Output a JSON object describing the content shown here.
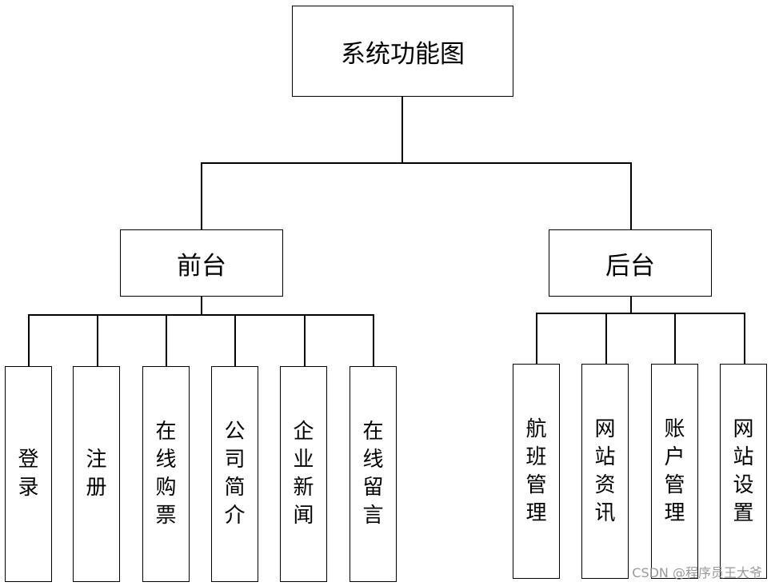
{
  "diagram": {
    "root": {
      "label": "系统功能图"
    },
    "branches": [
      {
        "label": "前台",
        "children": [
          "登录",
          "注册",
          "在线购票",
          "公司简介",
          "企业新闻",
          "在线留言"
        ]
      },
      {
        "label": "后台",
        "children": [
          "航班管理",
          "网站资讯",
          "账户管理",
          "网站设置"
        ]
      }
    ]
  },
  "watermark": "CSDN @程序员王大爷"
}
